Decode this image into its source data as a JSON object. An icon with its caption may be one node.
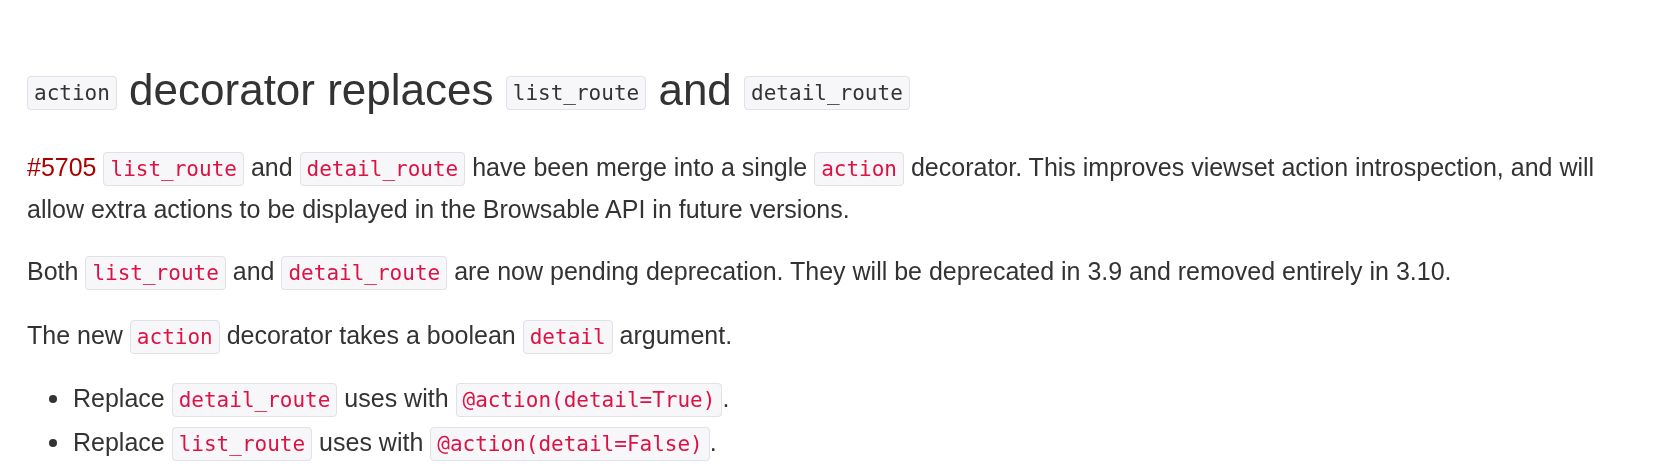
{
  "diagram": {
    "labels": [
      "action",
      "decorator replaces",
      "list_route",
      "and",
      "detail_route",
      "#5705",
      "list_route",
      "and",
      "detail_route",
      "have been merge into a single",
      "action",
      "decorator. This improves viewset action introspection, and will allow extra actions to be displayed in the Browsable API in future versions.",
      "Both",
      "list_route",
      "and",
      "detail_route",
      "are now pending deprecation. They will be deprecated in 3.9 and removed entirely in 3.10.",
      "The new",
      "action",
      "decorator takes a boolean",
      "detail",
      "argument.",
      "Replace",
      "detail_route",
      "uses with",
      "@action(detail=True)",
      ".",
      "Replace",
      "list_route",
      "uses with",
      "@action(detail=False)",
      "."
    ]
  }
}
